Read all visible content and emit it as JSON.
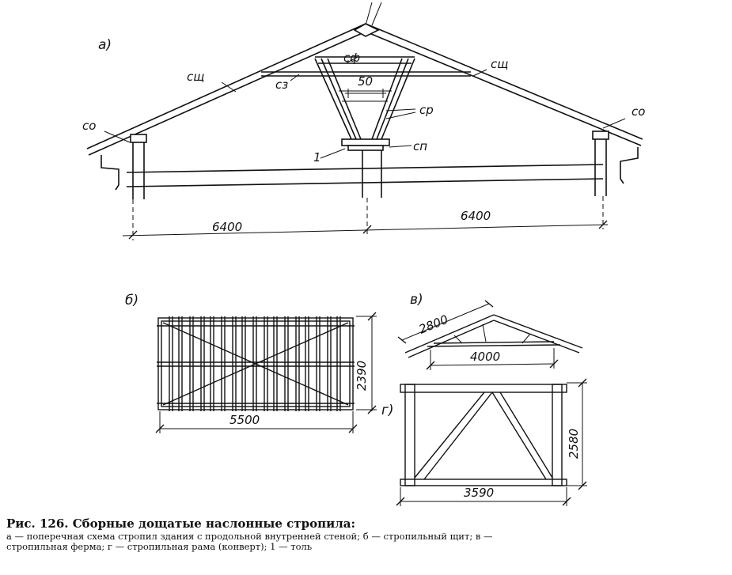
{
  "figure": {
    "part_a": {
      "tag": "а)",
      "labels": {
        "sf": "сф",
        "shch_left": "сщ",
        "shch_right": "сщ",
        "sz": "сз",
        "dim_50": "50",
        "sr": "ср",
        "so_left": "со",
        "so_right": "со",
        "sp": "сп",
        "one": "1"
      },
      "dims": {
        "left_span": "6400",
        "right_span": "6400"
      }
    },
    "part_b": {
      "tag": "б)",
      "dims": {
        "length": "5500",
        "height": "2390"
      }
    },
    "part_v": {
      "tag": "в)",
      "dims": {
        "slope": "2800",
        "span": "4000"
      }
    },
    "part_g": {
      "tag": "г)",
      "dims": {
        "height": "2580",
        "span": "3590"
      }
    }
  },
  "caption": {
    "title": "Рис. 126. Сборные дощатые наслонные стропила:",
    "line1": "а — поперечная схема стропил здания с продольной внутренней стеной;  б — стропильный щит; в —",
    "line2": "стропильная ферма; г — стропильная рама (конверт); 1 — толь"
  }
}
